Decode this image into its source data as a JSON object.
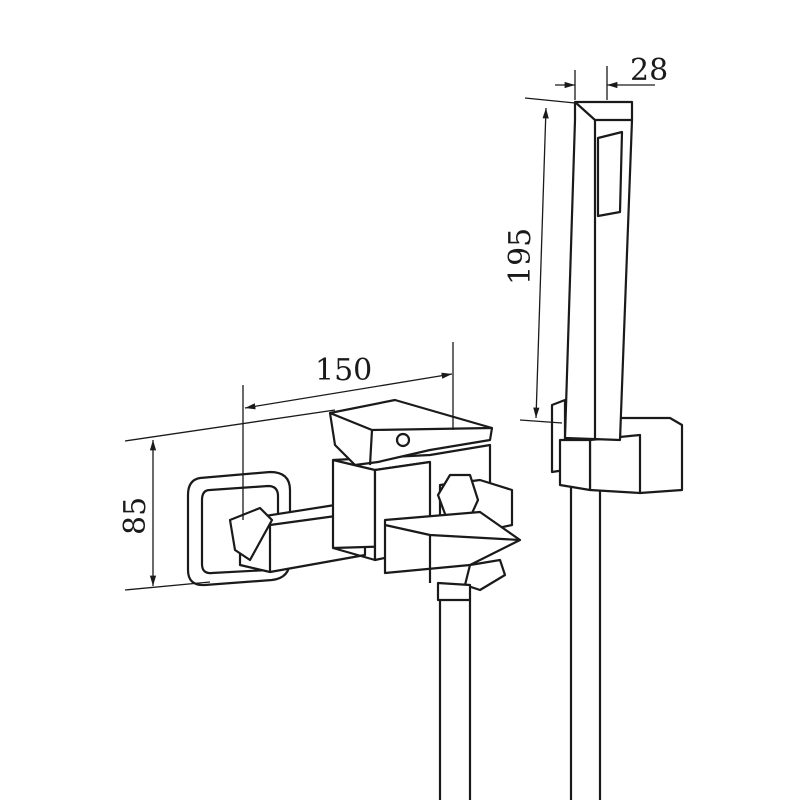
{
  "dimensions": {
    "handshower_width": "28",
    "handshower_length": "195",
    "mixer_length": "150",
    "mixer_height": "85"
  },
  "colors": {
    "line": "#1a1a1a",
    "background": "#ffffff"
  }
}
